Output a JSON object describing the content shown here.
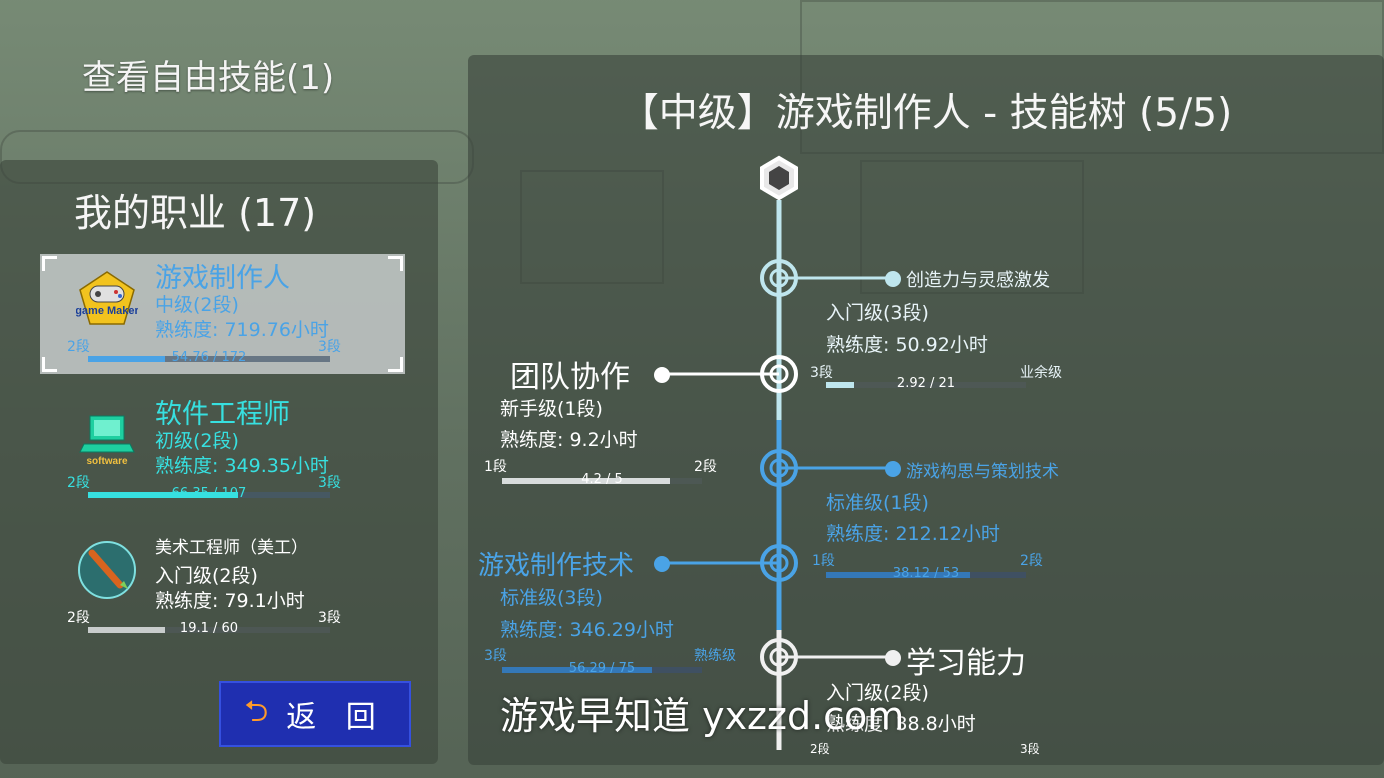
{
  "header": {
    "free_skills": "查看自由技能(1)"
  },
  "left": {
    "title": "我的职业 (17)",
    "jobs": [
      {
        "name": "游戏制作人",
        "level": "中级(2段)",
        "hours": "熟练度: 719.76小时",
        "stage_from": "2段",
        "stage_to": "3段",
        "progress_text": "54.76 / 172",
        "progress": 0.318,
        "icon_text": "game Maker",
        "selected": true
      },
      {
        "name": "软件工程师",
        "level": "初级(2段)",
        "hours": "熟练度: 349.35小时",
        "stage_from": "2段",
        "stage_to": "3段",
        "progress_text": "66.35 / 107",
        "progress": 0.62,
        "icon_text": "software",
        "selected": false
      },
      {
        "name": "美术工程师（美工）",
        "level": "入门级(2段)",
        "hours": "熟练度: 79.1小时",
        "stage_from": "2段",
        "stage_to": "3段",
        "progress_text": "19.1 / 60",
        "progress": 0.318,
        "selected": false
      }
    ],
    "back_label": "返 回"
  },
  "tree": {
    "title": "【中级】游戏制作人 - 技能树 (5/5)",
    "skills": [
      {
        "name": "创造力与灵感激发",
        "level": "入门级(3段)",
        "hours": "熟练度: 50.92小时",
        "stage_from": "3段",
        "stage_to": "业余级",
        "progress_text": "2.92 / 21",
        "progress": 0.139
      },
      {
        "name": "团队协作",
        "level": "新手级(1段)",
        "hours": "熟练度: 9.2小时",
        "stage_from": "1段",
        "stage_to": "2段",
        "progress_text": "4.2 / 5",
        "progress": 0.84
      },
      {
        "name": "游戏构思与策划技术",
        "level": "标准级(1段)",
        "hours": "熟练度: 212.12小时",
        "stage_from": "1段",
        "stage_to": "2段",
        "progress_text": "38.12 / 53",
        "progress": 0.719
      },
      {
        "name": "游戏制作技术",
        "level": "标准级(3段)",
        "hours": "熟练度: 346.29小时",
        "stage_from": "3段",
        "stage_to": "熟练级",
        "progress_text": "56.29 / 75",
        "progress": 0.75
      },
      {
        "name": "学习能力",
        "level": "入门级(2段)",
        "hours": "熟练度: 38.8小时",
        "stage_from": "2段",
        "stage_to": "3段"
      }
    ]
  },
  "watermark": "游戏早知道 yxzzd.com",
  "colors": {
    "blue_skill": "#4aa3e6",
    "cyan_skill": "#37e0e0",
    "white_skill": "#ffffff",
    "button": "#1f2fb0",
    "back_arrow": "#ff9a2a"
  }
}
